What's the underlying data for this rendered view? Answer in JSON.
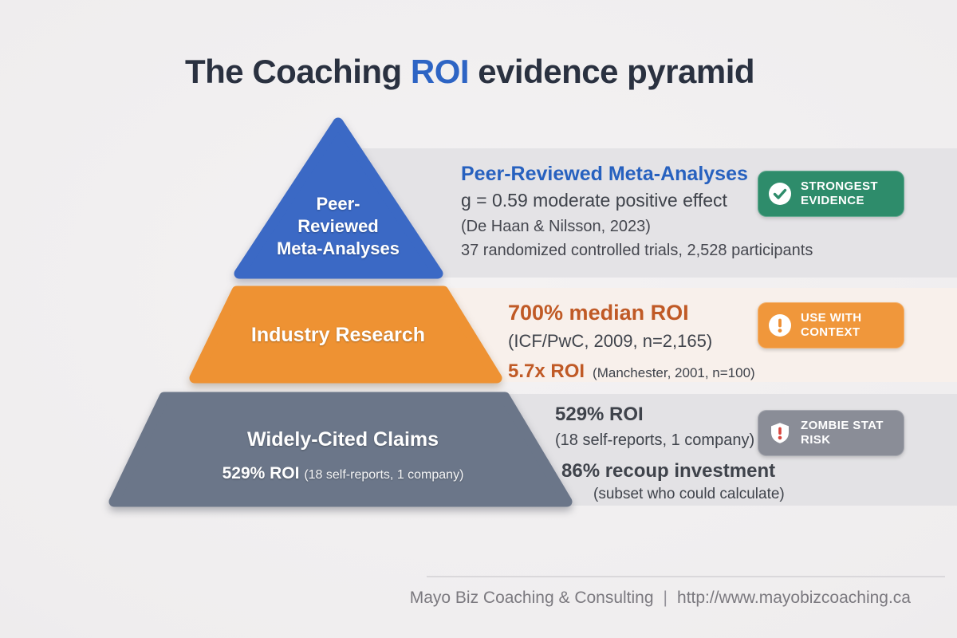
{
  "title": {
    "prefix": "The Coaching ",
    "highlight": "ROI",
    "suffix": " evidence pyramid"
  },
  "pyramid": {
    "tiers": [
      {
        "name": "top",
        "color": "#3B69C5",
        "lines": [
          "Peer-",
          "Reviewed",
          "Meta-Analyses"
        ]
      },
      {
        "name": "middle",
        "color": "#EE9233",
        "label": "Industry Research"
      },
      {
        "name": "bottom",
        "color": "#6B7689",
        "label": "Widely-Cited Claims",
        "stat": "529% ROI",
        "stat_note": "(18 self-reports, 1 company)"
      }
    ]
  },
  "annotations": [
    {
      "heading": "Peer-Reviewed Meta-Analyses",
      "line1": "g = 0.59 moderate positive effect",
      "line2": "(De Haan & Nilsson, 2023)",
      "line3": "37 randomized controlled trials, 2,528 participants",
      "badge": {
        "line1": "STRONGEST",
        "line2": "EVIDENCE",
        "icon": "check-circle-icon",
        "color": "#2E8C6B"
      }
    },
    {
      "stat1": "700% median ROI",
      "stat1_source": "(ICF/PwC, 2009, n=2,165)",
      "stat2": "5.7x ROI",
      "stat2_source": "(Manchester, 2001, n=100)",
      "badge": {
        "line1": "USE WITH",
        "line2": "CONTEXT",
        "icon": "exclamation-circle-icon",
        "color": "#F0973B"
      }
    },
    {
      "stat1": "529% ROI",
      "stat1_source": "(18 self-reports, 1 company)",
      "stat2": "86% recoup investment",
      "stat2_source": "(subset who could calculate)",
      "badge": {
        "line1": "ZOMBIE STAT",
        "line2": "RISK",
        "icon": "shield-exclamation-icon",
        "color": "#8A8D97"
      }
    }
  ],
  "footer": {
    "brand": "Mayo Biz Coaching & Consulting",
    "separator": "|",
    "url": "http://www.mayobizcoaching.ca"
  },
  "palette": {
    "background": "#EFEDEE",
    "band_gray": "#E4E3E6",
    "band_warm": "#F8F0EB",
    "tier_blue": "#3B69C5",
    "tier_orange": "#EE9233",
    "tier_slate": "#6B7689",
    "accent_blue": "#2D64C4",
    "accent_rust": "#C05A26",
    "title_navy": "#2A3140",
    "body_text": "#3F434B",
    "footer_text": "#7B797F"
  }
}
